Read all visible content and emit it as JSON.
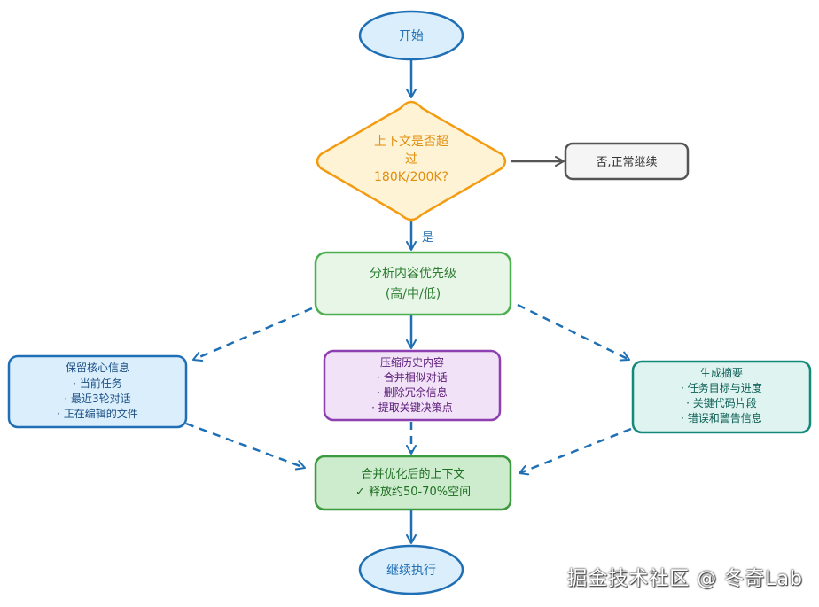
{
  "nodes": {
    "start": {
      "label": "开始",
      "stroke": "#1f6fb5",
      "fill": "#dbeefc",
      "text": "#1f6fb5"
    },
    "decision": {
      "lines": [
        "上下文是否超",
        "过",
        "180K/200K?"
      ],
      "stroke": "#f39c12",
      "fill": "#fff3d6",
      "text": "#e08e0b"
    },
    "no_branch": {
      "label": "否,正常继续",
      "stroke": "#555555",
      "fill": "#f5f5f5",
      "text": "#333333"
    },
    "analyze": {
      "lines": [
        "分析内容优先级",
        "(高/中/低)"
      ],
      "stroke": "#4caf50",
      "fill": "#e8f6e8",
      "text": "#2e7d32"
    },
    "keep_core": {
      "lines": [
        "保留核心信息",
        "· 当前任务",
        "· 最近3轮对话",
        "· 正在编辑的文件"
      ],
      "stroke": "#1f6fb5",
      "fill": "#dbeefc",
      "text": "#1a4f85"
    },
    "compress": {
      "lines": [
        "压缩历史内容",
        "· 合并相似对话",
        "· 删除冗余信息",
        "· 提取关键决策点"
      ],
      "stroke": "#8e3fb0",
      "fill": "#f1e2f7",
      "text": "#5d1f7a"
    },
    "summary": {
      "lines": [
        "生成摘要",
        "· 任务目标与进度",
        "· 关键代码片段",
        "· 错误和警告信息"
      ],
      "stroke": "#12897b",
      "fill": "#dff3f0",
      "text": "#0d5f55"
    },
    "merged": {
      "lines": [
        "合并优化后的上下文",
        "✓ 释放约50-70%空间"
      ],
      "stroke": "#3c9a3f",
      "fill": "#cdebcd",
      "text": "#1e6e22"
    },
    "end": {
      "label": "继续执行",
      "stroke": "#1f6fb5",
      "fill": "#dbeefc",
      "text": "#1f6fb5"
    }
  },
  "edges": {
    "yes_label": "是",
    "solid_color": "#1f6fb5",
    "no_color": "#555555",
    "dashed_color": "#1f6fb5"
  },
  "watermark": "掘金技术社区 @ 冬奇Lab"
}
